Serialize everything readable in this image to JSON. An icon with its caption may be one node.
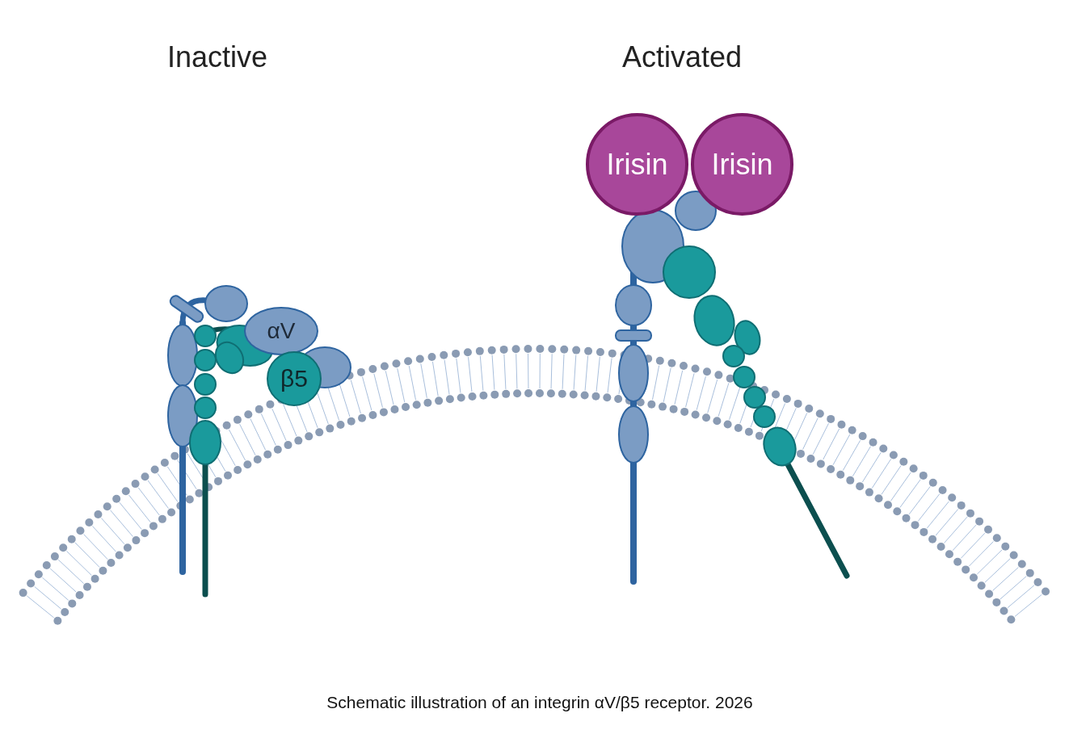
{
  "diagram": {
    "caption": "Schematic illustration of an integrin αV/β5 receptor. 2026",
    "nodes": [
      {
        "text": [
          "αV"
        ]
      },
      {
        "text": [
          "β5"
        ]
      },
      {
        "text": [
          "Irisin"
        ]
      },
      {
        "text": [
          "Irisin"
        ]
      }
    ],
    "labels": [
      "Inactive",
      "Activated"
    ]
  }
}
